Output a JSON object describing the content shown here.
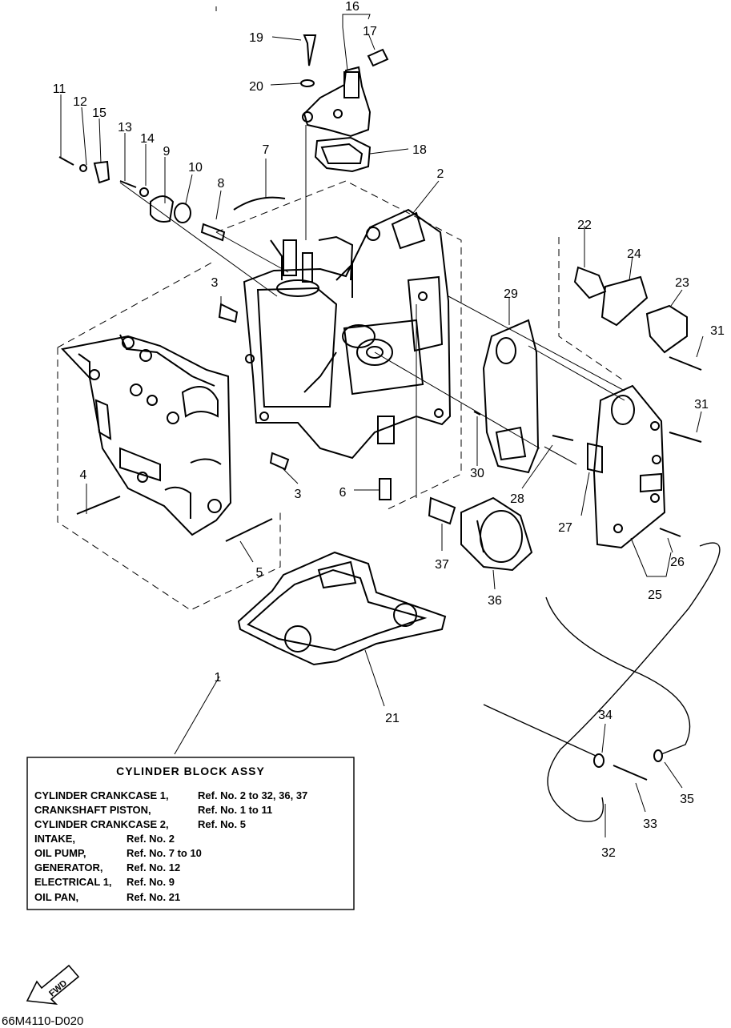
{
  "callouts": [
    "1",
    "2",
    "3",
    "3",
    "4",
    "5",
    "6",
    "7",
    "8",
    "9",
    "10",
    "11",
    "12",
    "13",
    "14",
    "15",
    "16",
    "17",
    "18",
    "19",
    "20",
    "21",
    "22",
    "23",
    "24",
    "25",
    "26",
    "27",
    "28",
    "29",
    "30",
    "31",
    "31",
    "32",
    "33",
    "34",
    "35",
    "36",
    "37"
  ],
  "legend": {
    "title": "CYLINDER BLOCK ASSY",
    "rows": [
      {
        "name": "CYLINDER CRANKCASE 1,",
        "ref": "Ref. No. 2 to 32, 36, 37"
      },
      {
        "name": "CRANKSHAFT PISTON,",
        "ref": "Ref. No. 1 to 11"
      },
      {
        "name": "CYLINDER CRANKCASE 2,",
        "ref": "Ref. No. 5"
      },
      {
        "name": "INTAKE,",
        "ref": "Ref. No. 2"
      },
      {
        "name": "OIL PUMP,",
        "ref": "Ref. No. 7 to 10"
      },
      {
        "name": "GENERATOR,",
        "ref": "Ref. No. 12"
      },
      {
        "name": "ELECTRICAL 1,",
        "ref": "Ref. No. 9"
      },
      {
        "name": "OIL PAN,",
        "ref": "Ref. No. 21"
      }
    ]
  },
  "direction_label": "FWD",
  "drawing_code": "66M4110-D020"
}
